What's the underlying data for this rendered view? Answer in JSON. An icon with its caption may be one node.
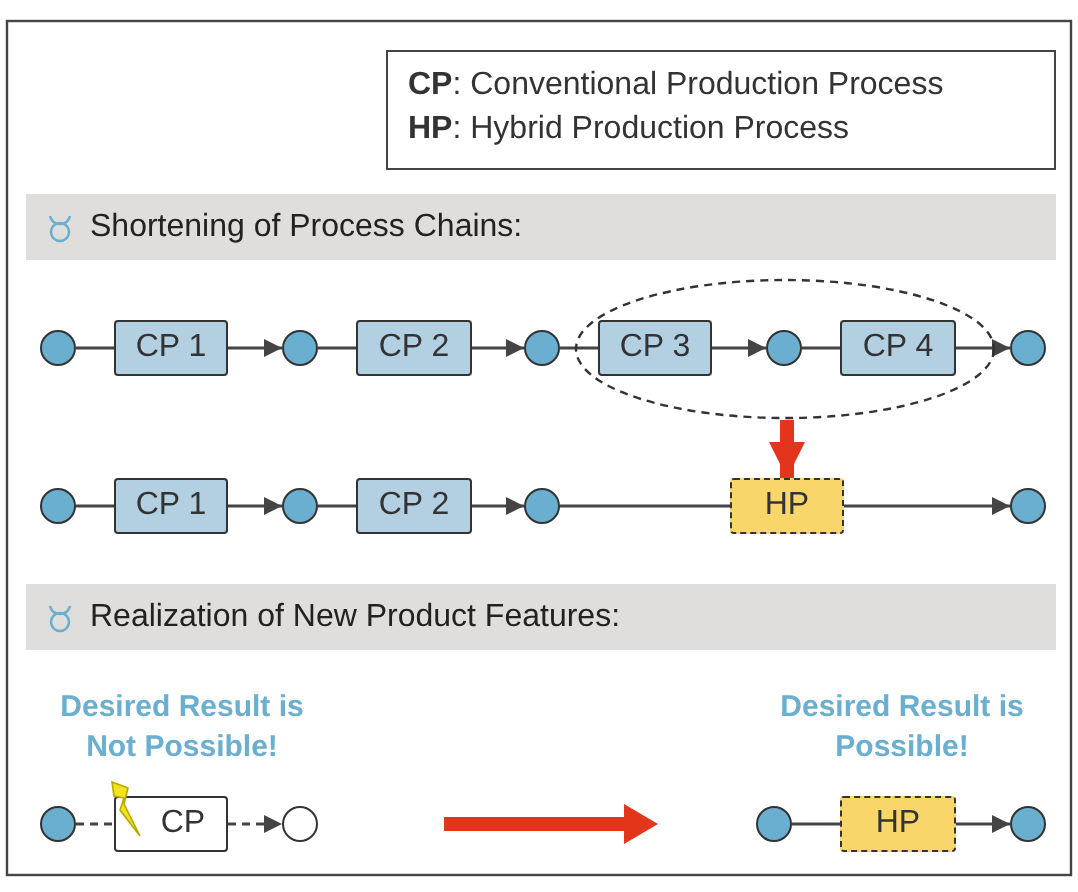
{
  "diagram": {
    "nodes": [
      {
        "text": [
          "**CP**: Conventional Production Process",
          "**HP**: Hybrid Production Process"
        ]
      },
      {
        "text": [
          "Shortening of Process Chains:"
        ]
      },
      {
        "text": [],
        "shape": "circle"
      },
      {
        "text": [
          "CP 1"
        ]
      },
      {
        "text": [],
        "shape": "circle"
      },
      {
        "text": [
          "CP 2"
        ]
      },
      {
        "text": [],
        "shape": "circle"
      },
      {
        "text": [],
        "shape": "ellipse"
      },
      {
        "text": [
          "CP 3"
        ],
        "in": 7
      },
      {
        "text": [],
        "shape": "circle",
        "in": 7
      },
      {
        "text": [
          "CP 4"
        ],
        "in": 7
      },
      {
        "text": [],
        "shape": "circle"
      },
      {
        "text": [],
        "shape": "circle"
      },
      {
        "text": [
          "CP 1"
        ]
      },
      {
        "text": [],
        "shape": "circle"
      },
      {
        "text": [
          "CP 2"
        ]
      },
      {
        "text": [],
        "shape": "circle"
      },
      {
        "text": [
          "HP"
        ]
      },
      {
        "text": [],
        "shape": "circle"
      },
      {
        "text": [
          "Realization of New Product Features:"
        ]
      },
      {
        "text": [],
        "shape": "circle"
      },
      {
        "text": [
          "CP"
        ]
      },
      {
        "text": [],
        "shape": "circle"
      },
      {
        "text": [],
        "shape": "circle"
      },
      {
        "text": [
          "HP"
        ]
      },
      {
        "text": [],
        "shape": "circle"
      }
    ],
    "edges": [
      {
        "from": 2,
        "to": 3,
        "arrow": "none"
      },
      {
        "from": 3,
        "to": 4,
        "arrow": "to"
      },
      {
        "from": 4,
        "to": 5,
        "arrow": "none"
      },
      {
        "from": 5,
        "to": 6,
        "arrow": "to"
      },
      {
        "from": 6,
        "to": 8,
        "arrow": "none"
      },
      {
        "from": 8,
        "to": 9,
        "arrow": "to"
      },
      {
        "from": 9,
        "to": 10,
        "arrow": "none"
      },
      {
        "from": 10,
        "to": 11,
        "arrow": "to"
      },
      {
        "from": 7,
        "to": 17,
        "arrow": "to",
        "style": "thick",
        "color": "#e3341c"
      },
      {
        "from": 12,
        "to": 13,
        "arrow": "none"
      },
      {
        "from": 13,
        "to": 14,
        "arrow": "to"
      },
      {
        "from": 14,
        "to": 15,
        "arrow": "none"
      },
      {
        "from": 15,
        "to": 16,
        "arrow": "to"
      },
      {
        "from": 16,
        "to": 17,
        "arrow": "none"
      },
      {
        "from": 17,
        "to": 18,
        "arrow": "to"
      },
      {
        "from": 20,
        "to": 21,
        "arrow": "none",
        "style": "dashed"
      },
      {
        "from": 21,
        "to": 22,
        "arrow": "to",
        "style": "dashed"
      },
      {
        "from": 23,
        "to": 24,
        "arrow": "none"
      },
      {
        "from": 24,
        "to": 25,
        "arrow": "to"
      }
    ],
    "labels": [
      "Desired Result is Not Possible!",
      "Desired Result is Possible!"
    ]
  }
}
